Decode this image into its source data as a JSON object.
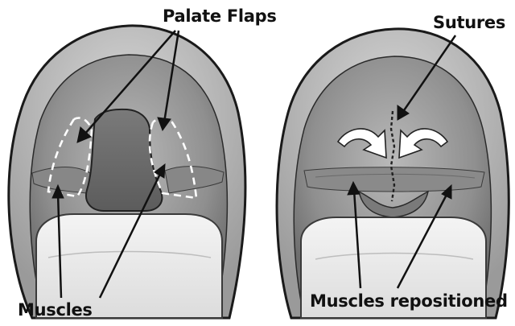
{
  "labels": {
    "palate_flaps": "Palate Flaps",
    "sutures": "Sutures",
    "muscles": "Muscles",
    "muscles_repositioned": "Muscles repositioned"
  },
  "colors": {
    "outline": "#1a1a1a",
    "palate": "#9e9e9e",
    "cleft": "#6f6f6f",
    "teeth": "#eeeeee",
    "muscle": "#8a8a8a",
    "dashed_flap": "#ffffff",
    "arrow": "#111111",
    "white_arrow": "#ffffff"
  }
}
